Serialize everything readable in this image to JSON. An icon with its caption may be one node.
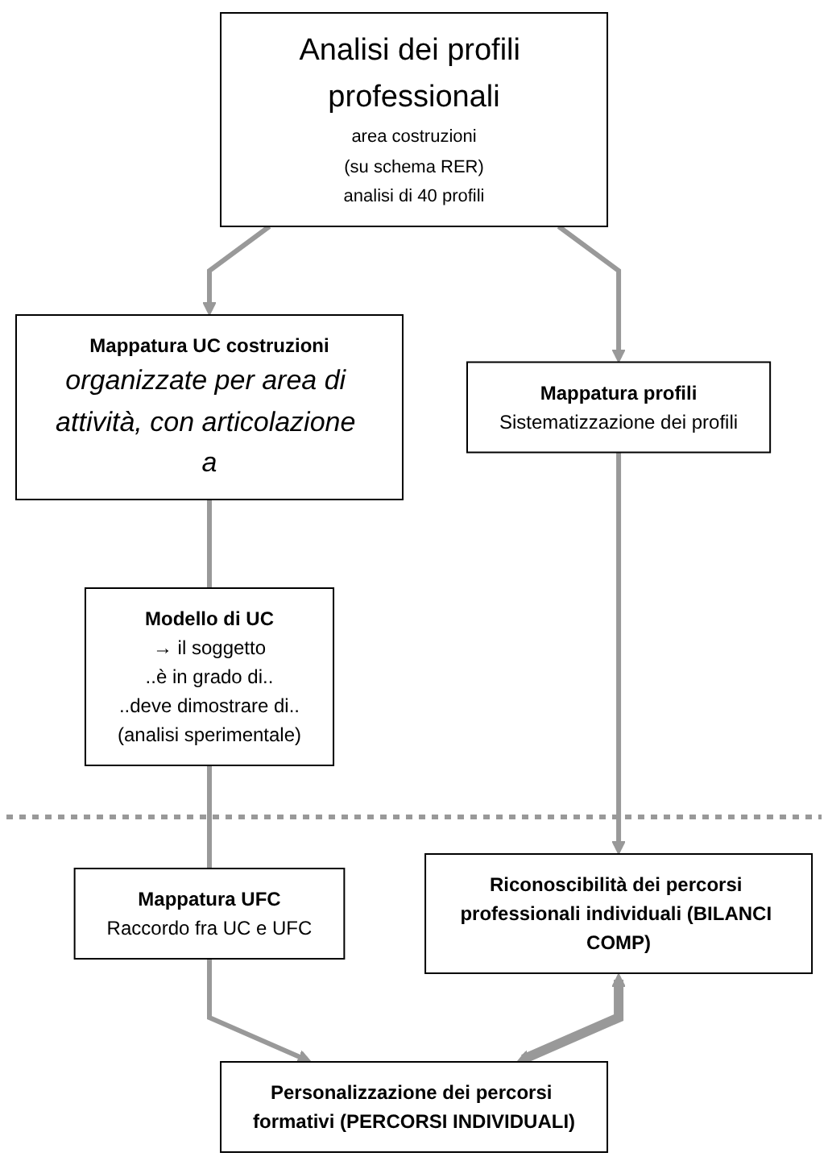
{
  "diagram": {
    "nodes": [
      {
        "text": [
          "Analisi dei profili professionali",
          "area costruzioni",
          "(su schema RER)",
          "analisi di 40 profili"
        ]
      },
      {
        "text": [
          "Mappatura profili",
          "Sistematizzazione dei profili"
        ]
      },
      {
        "text": [
          "Mappatura UC costruzioni",
          "organizzate per area di attività, con articolazione a"
        ]
      },
      {
        "text": [
          "Modello di UC",
          "→ il soggetto",
          "..è in grado di..",
          "..deve dimostrare di..",
          "(analisi sperimentale)"
        ]
      },
      {
        "text": [
          "Mappatura UFC",
          "Raccordo fra UC e UFC"
        ]
      },
      {
        "text": [
          "Riconoscibilità dei percorsi professionali individuali (BILANCI COMP)"
        ]
      },
      {
        "text": [
          "Personalizzazione dei percorsi formativi (PERCORSI INDIVIDUALI)"
        ]
      }
    ],
    "edges": [
      {
        "from": 0,
        "to": 1,
        "arrow": "to"
      },
      {
        "from": 0,
        "to": 2,
        "arrow": "to"
      },
      {
        "from": 1,
        "to": 5,
        "arrow": "to"
      },
      {
        "from": 2,
        "to": 3,
        "arrow": "none"
      },
      {
        "from": 3,
        "to": 4,
        "arrow": "none"
      },
      {
        "from": 4,
        "to": 6,
        "arrow": "to"
      },
      {
        "from": 5,
        "to": 6,
        "arrow": "both",
        "style": "thick"
      }
    ]
  }
}
